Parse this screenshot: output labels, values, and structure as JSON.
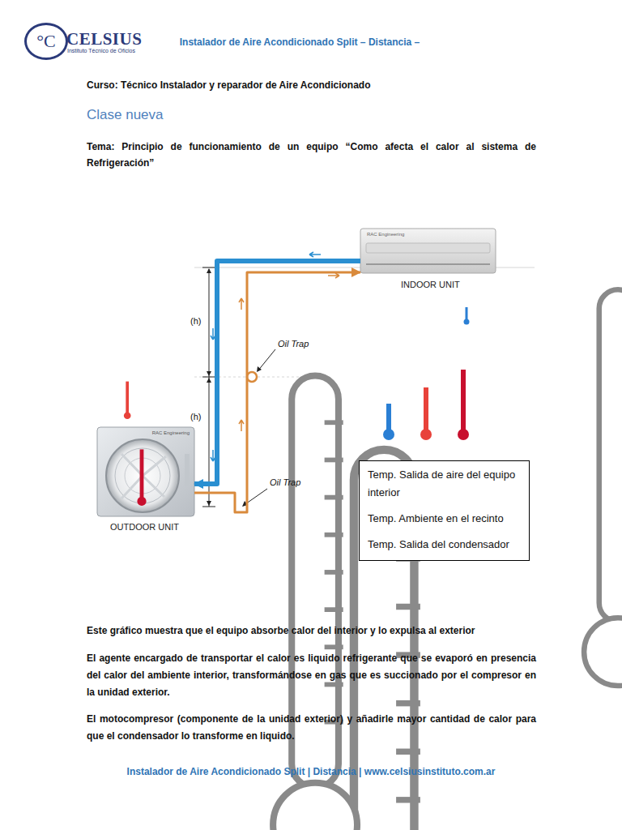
{
  "diagram": {
    "title": "Clase nueva",
    "nodes": [
      {
        "text": [
          "°C"
        ]
      },
      {
        "text": [
          "RAC Engineering",
          "INDOOR UNIT"
        ]
      },
      {
        "text": [
          "RAC Engineering",
          "OUTDOOR UNIT"
        ]
      }
    ],
    "edges": [
      {
        "from": 1,
        "to": 2,
        "arrow": "to"
      },
      {
        "from": 2,
        "to": 1,
        "arrow": "to"
      }
    ],
    "labels": [
      "CELSIUS",
      "Instituto Técnico de Oficios",
      "Instalador de Aire Acondicionado Split – Distancia –",
      "Curso: Técnico Instalador y reparador de Aire Acondicionado",
      "Tema: Principio de funcionamiento de un equipo “Como afecta el calor al sistema de Refrigeración”",
      "(h)",
      "(h)",
      "Oil Trap",
      "Oil Trap",
      "Este gráfico muestra que el equipo absorbe calor del interior y lo expulsa al exterior",
      "El agente encargado de transportar el calor es liquido refrigerante que se evaporó en presencia del calor del ambiente interior, transformándose en gas que es succionado por el compresor en la unidad exterior.",
      "El motocompresor (componente de la unidad exterior) y añadirle mayor cantidad de calor para que el condensador lo transforme en liquido.",
      "Instalador de Aire Acondicionado Split  | Distancia | www.celsiusinstituto.com.ar"
    ],
    "legend": [
      {
        "text": "Temp. Salida de aire del equipo interior"
      },
      {
        "text": "Temp. Ambiente en el recinto"
      },
      {
        "text": "Temp. Salida del condensador"
      }
    ]
  }
}
